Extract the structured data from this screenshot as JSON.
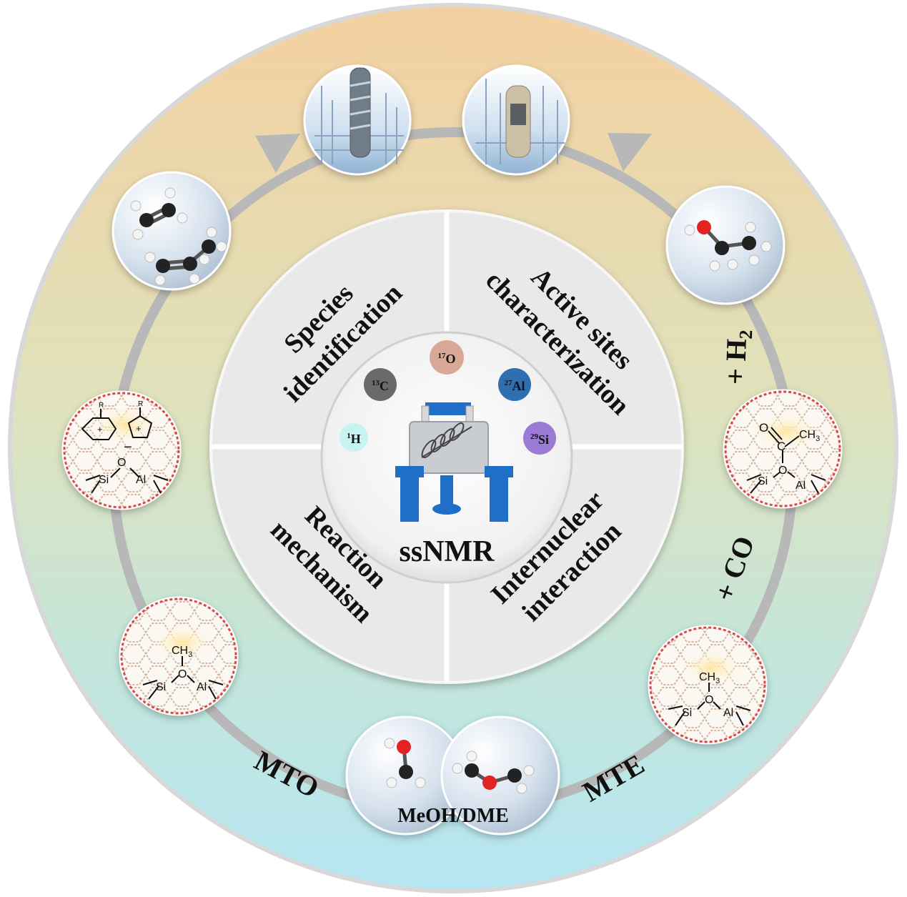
{
  "center": {
    "title": "ssNMR"
  },
  "nuclei": [
    {
      "mass": "17",
      "symbol": "O",
      "color": "#d9a896"
    },
    {
      "mass": "13",
      "symbol": "C",
      "color": "#6a6a6a"
    },
    {
      "mass": "27",
      "symbol": "Al",
      "color": "#2f6fb0"
    },
    {
      "mass": "1",
      "symbol": "H",
      "color": "#bff2f2"
    },
    {
      "mass": "29",
      "symbol": "Si",
      "color": "#9c7bd6"
    }
  ],
  "quadrants": [
    {
      "lines": [
        "Species",
        "identification"
      ]
    },
    {
      "lines": [
        "Active sites",
        "characterization"
      ]
    },
    {
      "lines": [
        "Reaction",
        "mechanism"
      ]
    },
    {
      "lines": [
        "Internuclear",
        "interaction"
      ]
    }
  ],
  "route_labels": {
    "mto": "MTO",
    "mte": "MTE",
    "plus_co": "+ CO",
    "plus_h2_prefix": "+ H",
    "plus_h2_sub": "2"
  },
  "feedstock": {
    "label": "MeOH/DME"
  },
  "chem_labels": {
    "si": "Si",
    "al": "Al",
    "o": "O",
    "c": "C",
    "ch3": "CH",
    "ch3_sub": "3",
    "r": "R",
    "plus": "+",
    "minus": "−"
  },
  "colors": {
    "bg_top": "#f4d3a5",
    "bg_mid": "#d5e6c5",
    "bg_bottom": "#b8e6ee",
    "quadrant_fill": "#e8e8e8",
    "arc": "#b8b8b8",
    "nmr_blue": "#1f6fc9"
  }
}
